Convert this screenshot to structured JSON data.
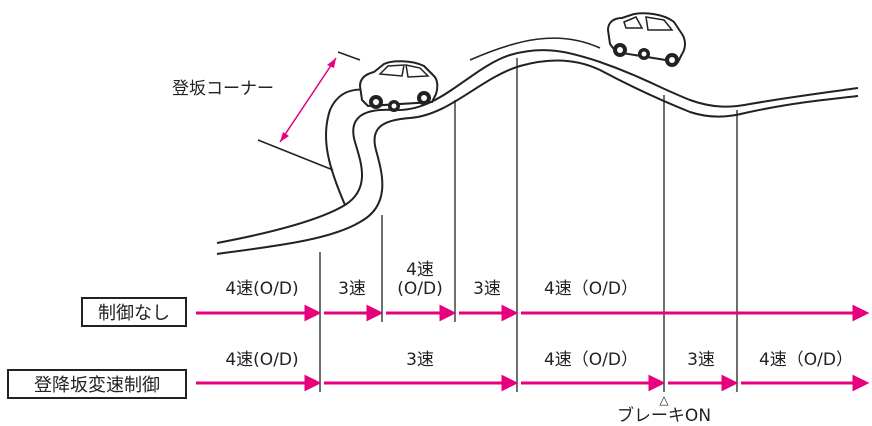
{
  "annotations": {
    "slope_corner": "登坂コーナー",
    "brake_on": "ブレーキON",
    "brake_marker": "△"
  },
  "rows": {
    "without_control": {
      "label": "制御なし",
      "segments": [
        "4速(O/D)",
        "3速",
        "4速",
        "(O/D)",
        "3速",
        "4速（O/D）"
      ]
    },
    "slope_control": {
      "label": "登降坂変速制御",
      "segments": [
        "4速(O/D)",
        "3速",
        "4速（O/D）",
        "3速",
        "4速（O/D）"
      ]
    }
  },
  "colors": {
    "arrow": "#e6007e",
    "line": "#222222",
    "dimension": "#e6007e"
  }
}
